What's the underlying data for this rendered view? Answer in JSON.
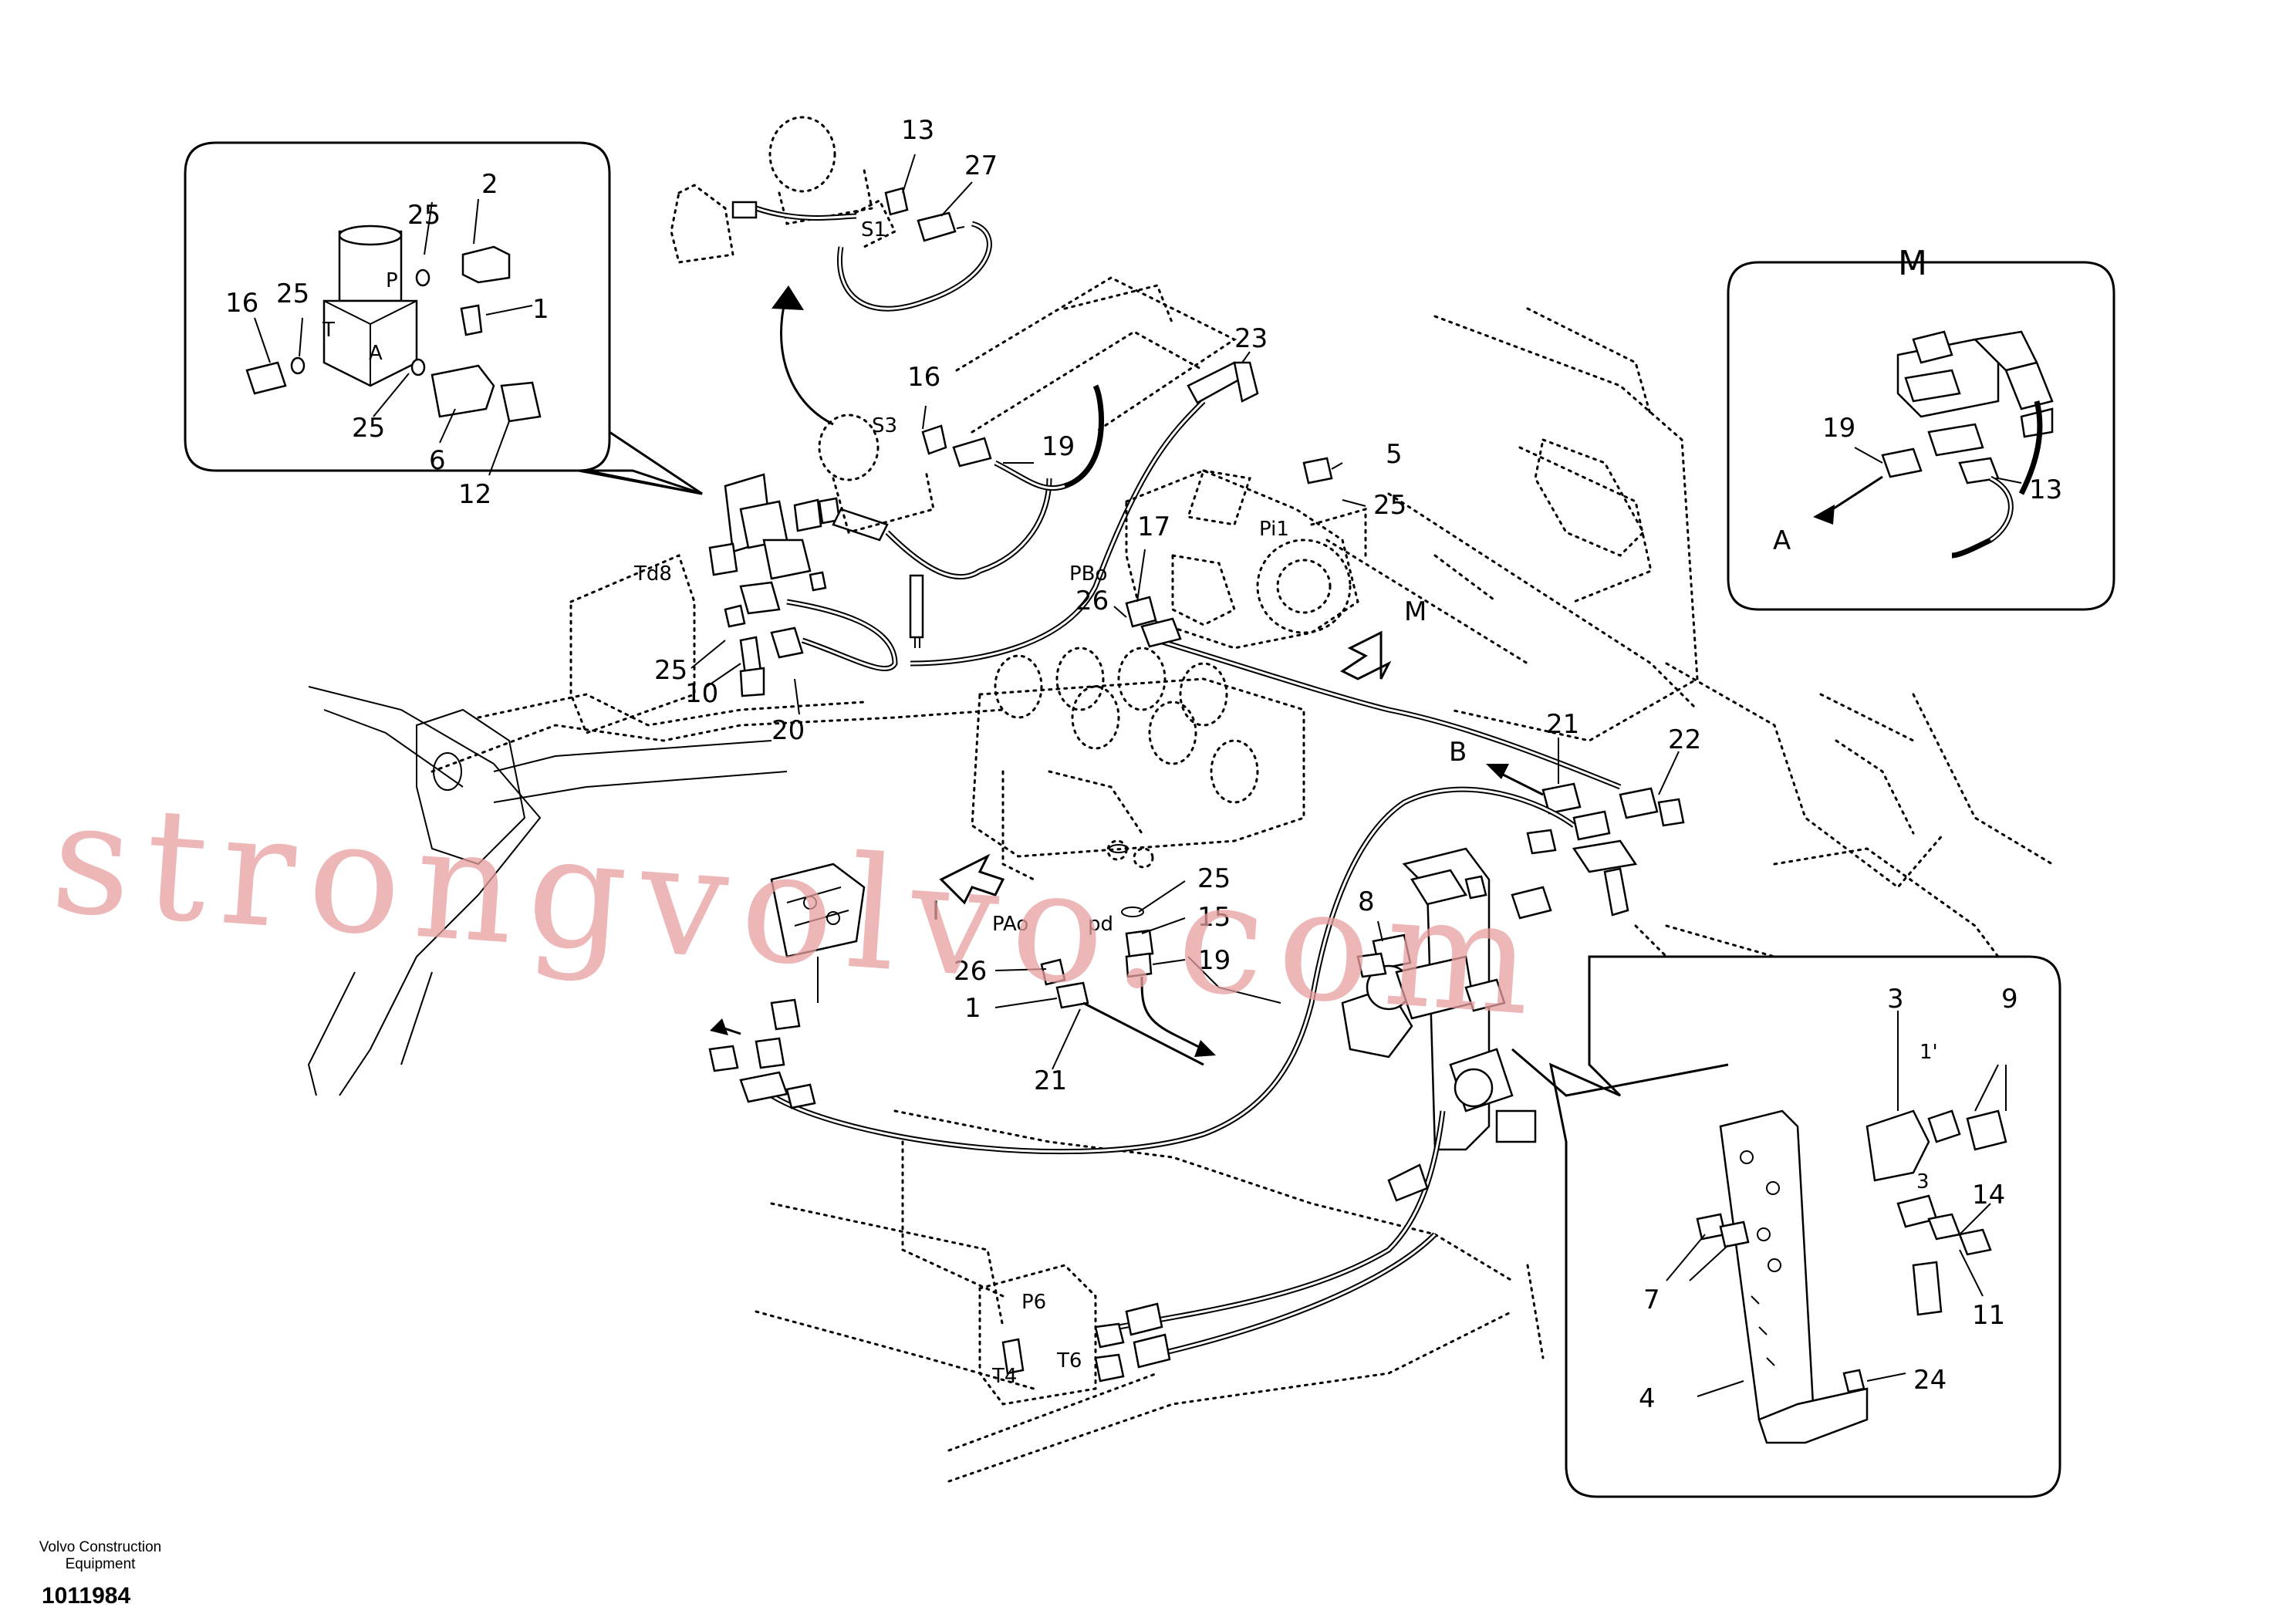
{
  "callouts": {
    "c13_top": "13",
    "c27": "27",
    "c16_mid": "16",
    "c19_mid": "19",
    "c23": "23",
    "c5": "5",
    "c25_right": "25",
    "c17": "17",
    "c26_mid": "26",
    "c25_mid": "25",
    "c10": "10",
    "c20": "20",
    "c21_right": "21",
    "c22": "22",
    "c25_low": "25",
    "c15": "15",
    "c19_low": "19",
    "c26_low": "26",
    "c1_low": "1",
    "c21_low": "21",
    "c8": "8",
    "i_2": "2",
    "i_25a": "25",
    "i_25b": "25",
    "i_16": "16",
    "i_1": "1",
    "i_25c": "25",
    "i_6": "6",
    "i_12": "12",
    "m_19": "19",
    "m_13": "13",
    "d_3": "3",
    "d_9": "9",
    "d_14": "14",
    "d_11": "11",
    "d_7": "7",
    "d_4": "4",
    "d_24": "24",
    "d_1p": "1'",
    "d_3b": "3"
  },
  "ports": {
    "s1": "S1",
    "s3": "S3",
    "pi1": "Pi1",
    "pbo": "PBo",
    "td8": "Td8",
    "pao": "PAo",
    "pd": "pd",
    "p6": "P6",
    "t4": "T4",
    "t6": "T6",
    "i_p": "P",
    "i_t": "T",
    "i_a": "A"
  },
  "arrows": {
    "view_m": "M",
    "view_i": "I",
    "flow_b": "B",
    "flow_a": "A"
  },
  "detail_m_title": "M",
  "watermark": "strongvolvo.com",
  "footer": {
    "brand_line1": "Volvo Construction",
    "brand_line2": "Equipment",
    "drawing_number": "1011984"
  },
  "colors": {
    "ink": "#000000",
    "watermark": "#e8a0a0",
    "background": "#ffffff"
  }
}
